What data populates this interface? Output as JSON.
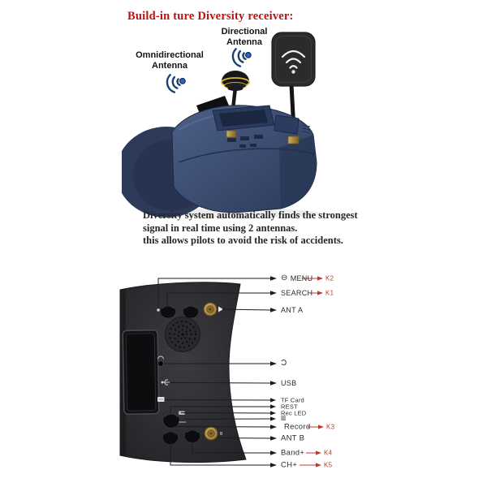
{
  "title": "Build-in ture Diversity receiver:",
  "top": {
    "directional_line1": "Directional",
    "directional_line2": "Antenna",
    "omni_line1": "Omnidirectional",
    "omni_line2": "Antenna",
    "desc_line1": "Diversity system automatically finds the strongest",
    "desc_line2": "signal in real time using 2 antennas.",
    "desc_line3": "this allows pilots to avoid the risk of accidents."
  },
  "diagram": {
    "menu": "MENU",
    "search": "SEARCH",
    "ant_a": "ANT A",
    "usb": "USB",
    "tf_card": "TF Card",
    "rest": "REST",
    "rec_led": "Rec LED",
    "record": "Record",
    "ant_b": "ANT B",
    "band": "Band+",
    "ch": "CH+",
    "k1": "K1",
    "k2": "K2",
    "k3": "K3",
    "k4": "K4",
    "k5": "K5",
    "ant_b_mark": "B",
    "icons": {
      "menu_circle": "⊖",
      "av_jack": "Ɔ",
      "card_stripes": "▥"
    }
  },
  "colors": {
    "title_red": "#c01010",
    "key_red": "#c0392b",
    "goggles_blue": "#3c4e71",
    "antenna_gold": "#ab8a3c",
    "wifi_blue": "#1d3f6e"
  }
}
